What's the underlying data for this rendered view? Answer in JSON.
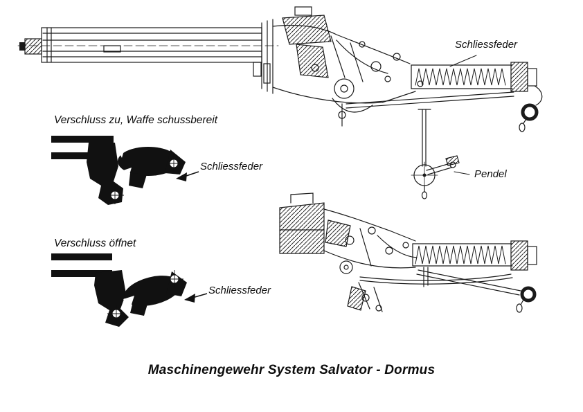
{
  "figure": {
    "caption": "Maschinengewehr System Salvator - Dormus"
  },
  "annotations": {
    "main_spring": "Schliessfeder",
    "pendulum": "Pendel",
    "detail_closed": {
      "title": "Verschluss zu, Waffe schussbereit",
      "spring": "Schliessfeder"
    },
    "detail_open": {
      "title": "Verschluss öffnet",
      "spring": "Schliessfeder"
    }
  },
  "colors": {
    "ink": "#1a1a1a",
    "background": "#ffffff"
  }
}
